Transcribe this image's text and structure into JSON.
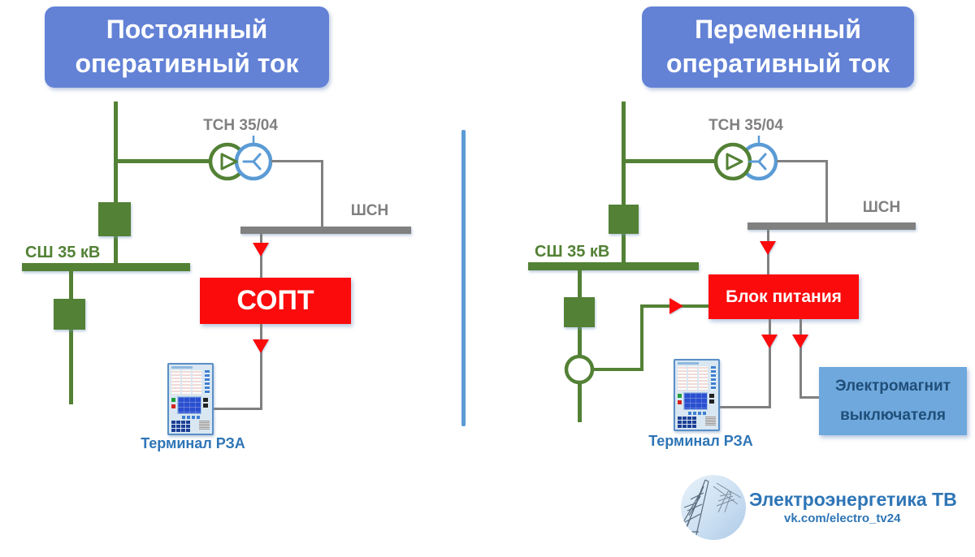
{
  "colors": {
    "header_blue": "#6382D6",
    "line_green": "#538135",
    "accent_blue": "#5B9BD5",
    "line_gray": "#808080",
    "alert_red": "#FB0B0B",
    "box_blue": "#6FA8DC",
    "dark_blue_text": "#1F4E79",
    "label_blue": "#2E75B6"
  },
  "left": {
    "header": "Постоянный оперативный ток",
    "transformer_label": "ТСН 35/04",
    "aux_bus_label": "ШСН",
    "main_bus_label": "СШ 35 кВ",
    "power_box": "СОПТ",
    "terminal_label": "Терминал РЗА"
  },
  "right": {
    "header": "Переменный оперативный ток",
    "transformer_label": "ТСН 35/04",
    "aux_bus_label": "ШСН",
    "main_bus_label": "СШ 35 кВ",
    "power_box": "Блок питания",
    "electromagnet_line1": "Электромагнит",
    "electromagnet_line2": "выключателя",
    "terminal_label": "Терминал РЗА"
  },
  "footer": {
    "brand": "Электроэнергетика ТВ",
    "url": "vk.com/electro_tv24"
  }
}
